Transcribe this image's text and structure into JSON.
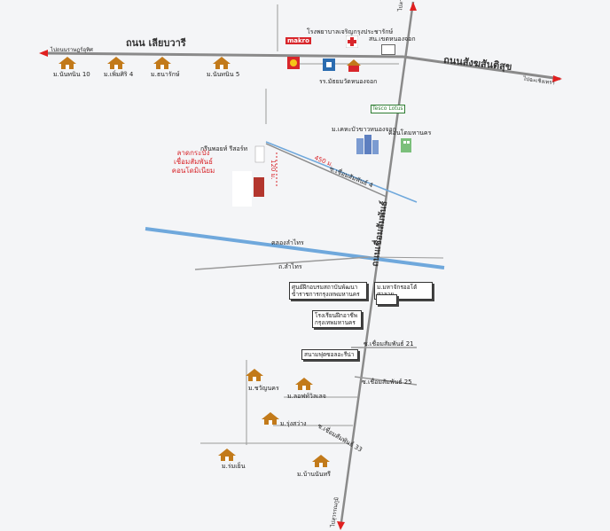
{
  "roads": {
    "main_west_east": "ถนน เลียบวารี",
    "main_east": "ถนนสังฆสันติสุข",
    "main_north_south": "ถนนเชื่อมสัมพันธ์",
    "west_arrow": "ไปถนนราษฎร์อุทิศ",
    "east_arrow": "ไปฉะเชิงเทรา",
    "north_arrow": "ไปลาดกระบัง",
    "south_arrow": "ไปสุวรรณภูมิ",
    "soi_4": "ซ.เชื่อมสัมพันธ์ 4",
    "soi_21": "ซ.เชื่อมสัมพันธ์ 21",
    "soi_25": "ซ.เชื่อมสัมพันธ์ 25",
    "soi_south": "ซ.เชื่อมสัมพันธ์ 33",
    "lamthong": "ถ.ลำไทร",
    "canal": "คลองลำไทร"
  },
  "distances": {
    "d450": "450 ม.",
    "d120": "120 ม."
  },
  "villages": {
    "v1": "ม.นันทนิน 10",
    "v2": "ม.เพิ่มศิริ 4",
    "v3": "ม.ธนารักษ์",
    "v4": "ม.นันทนิน 5",
    "v5": "ม.ชวัญนคร",
    "v6": "ม.ลอฟท์วิลเลจ",
    "v7": "ม.รุ่งสว่าง",
    "v8": "ม.ร่มเย็น",
    "v9": "ม.บ้านนันทรี"
  },
  "places": {
    "makro": "makro",
    "hospital": "โรงพยาบาลเจริญกรุงประชารักษ์",
    "police": "สน.เขตหนองจอก",
    "school_top": "รร.มัธยมวัดหนองจอก",
    "tesco": "Tesco Lotus",
    "condo_lbl": "ม.เคหะบัวขาวหนองจอก",
    "condo2": "คอนโดมหานคร",
    "green": "กรีนพอยท์ รีสอร์ท",
    "project": "ลาดกระบัง เชื่อมสัมพันธ์ คอนโดมิเนียม",
    "center": "ศูนย์ฝึกอบรมสถาบันพัฒนาข้าราชการกรุงเทพมหานคร",
    "hosp2": "โรงเรียนฝึกอาชีพกรุงเทพมหานคร",
    "football": "สนามฟุตซอลอะรีน่า",
    "market": "ม.มหาจักรออโต้ศาลาย"
  },
  "colors": {
    "road": "#8a8a8a",
    "canal": "#6fa8dc",
    "house": "#c27a1a",
    "red": "#d8262b"
  }
}
